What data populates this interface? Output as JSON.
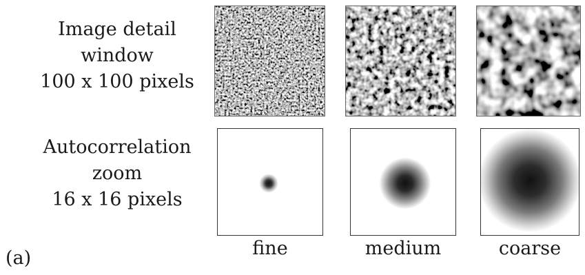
{
  "row_labels": {
    "image": [
      "Image detail",
      "window",
      "100 x 100 pixels"
    ],
    "autocorr": [
      "Autocorrelation",
      "zoom",
      "16 x 16 pixels"
    ]
  },
  "columns": [
    "fine",
    "medium",
    "coarse"
  ],
  "panel_tag": "(a)"
}
